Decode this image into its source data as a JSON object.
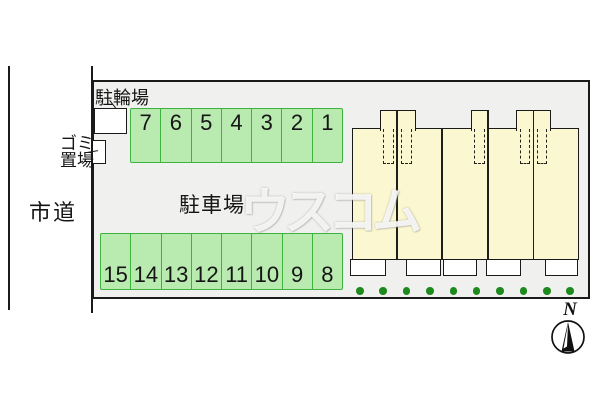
{
  "site": {
    "road_label": "市道",
    "bicycle_parking_label": "駐輪場",
    "garbage_label_line1": "ゴミ",
    "garbage_label_line2": "置場",
    "car_parking_label": "駐車場"
  },
  "parking": {
    "top_row": [
      "7",
      "6",
      "5",
      "4",
      "3",
      "2",
      "1"
    ],
    "bottom_row": [
      "15",
      "14",
      "13",
      "12",
      "11",
      "10",
      "9",
      "8"
    ]
  },
  "compass": {
    "north_label": "N"
  },
  "watermark": {
    "text": "ウスコム"
  },
  "colors": {
    "site_background": "#f0f0ee",
    "outline": "#1a1a1a",
    "stall_fill": "#b9eaaf",
    "stall_border": "#3db33d",
    "building_fill": "#fbf7d0",
    "tree_dot_green": "#1e8a1e"
  }
}
